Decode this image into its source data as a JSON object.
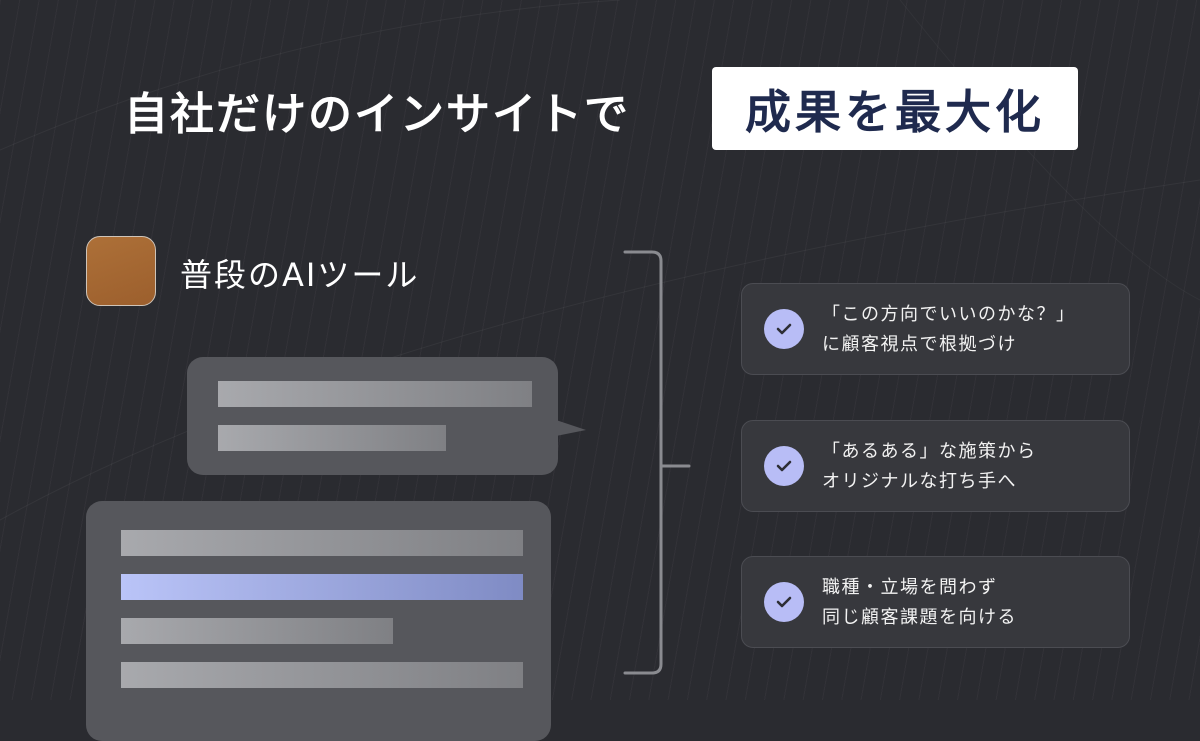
{
  "headline": {
    "text": "自社だけのインサイトで",
    "highlight": "成果を最大化"
  },
  "tool": {
    "icon": "app-tile-icon",
    "label": "普段のAIツール"
  },
  "illustration": {
    "bubble_bars": [
      {
        "width_pct": 100,
        "accent": false
      },
      {
        "width_pct": 73,
        "accent": false
      }
    ],
    "panel_bars": [
      {
        "width_pct": 100,
        "accent": false
      },
      {
        "width_pct": 100,
        "accent": true
      },
      {
        "width_pct": 68,
        "accent": false
      },
      {
        "width_pct": 100,
        "accent": false
      }
    ]
  },
  "benefits": [
    {
      "icon": "check-circle-icon",
      "line1": "「この方向でいいのかな？」",
      "line2": "に顧客視点で根拠づけ"
    },
    {
      "icon": "check-circle-icon",
      "line1": "「あるある」な施策から",
      "line2": "オリジナルな打ち手へ"
    },
    {
      "icon": "check-circle-icon",
      "line1": "職種・立場を問わず",
      "line2": "同じ顧客課題を向ける"
    }
  ],
  "colors": {
    "background": "#2a2b30",
    "highlight_text": "#1f2a4e",
    "accent": "#b8bdf6",
    "tool_icon": "#a76a35",
    "card": "#37383d"
  }
}
